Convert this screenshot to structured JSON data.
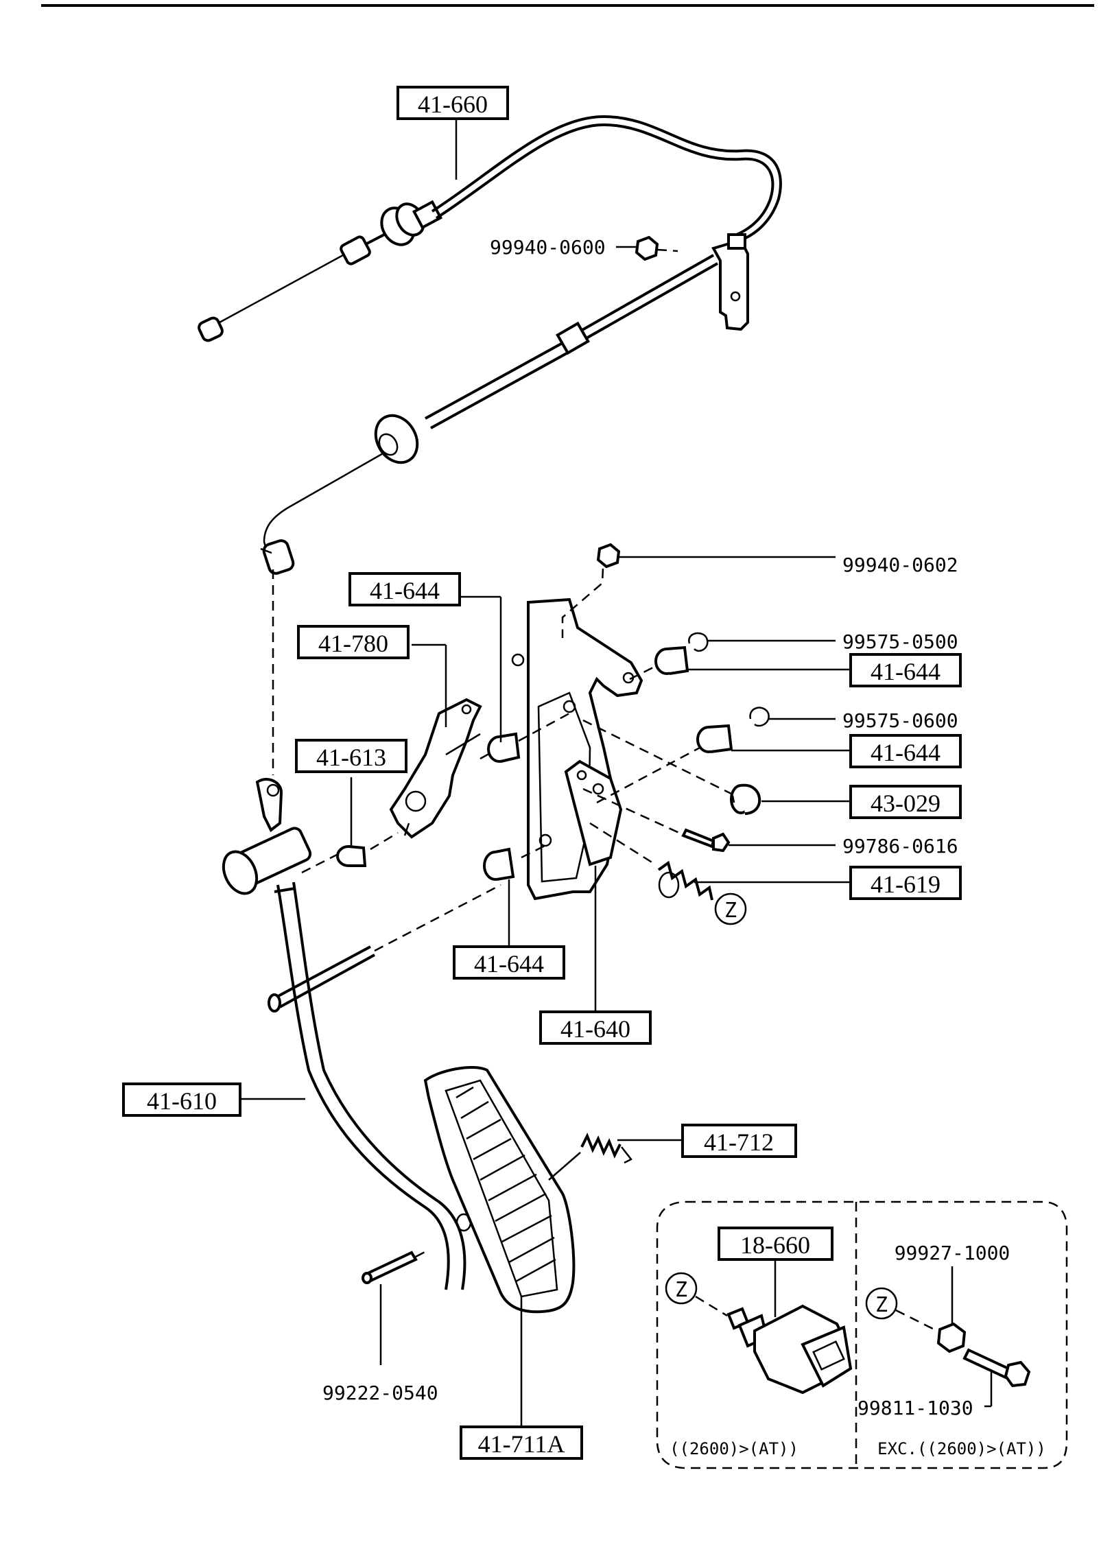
{
  "boxed_labels": {
    "41_660": "41-660",
    "41_644_a": "41-644",
    "41_780": "41-780",
    "41_613": "41-613",
    "41_644_b": "41-644",
    "41_644_c": "41-644",
    "43_029": "43-029",
    "41_619": "41-619",
    "41_644_d": "41-644",
    "41_640": "41-640",
    "41_610": "41-610",
    "41_712": "41-712",
    "18_660": "18-660",
    "41_711a": "41-711A"
  },
  "plain_labels": {
    "99940_0600": "99940-0600",
    "99940_0602": "99940-0602",
    "99575_0500": "99575-0500",
    "99575_0600": "99575-0600",
    "99786_0616": "99786-0616",
    "99927_1000": "99927-1000",
    "99811_1030": "99811-1030",
    "99222_0540": "99222-0540"
  },
  "callout_markers": {
    "z_main": "Z",
    "z_left_inset": "Z",
    "z_right_inset": "Z"
  },
  "inset": {
    "left_caption": "((2600)>(AT))",
    "right_caption": "EXC.((2600)>(AT))"
  },
  "colors": {
    "ink": "#000000",
    "paper": "#ffffff"
  }
}
